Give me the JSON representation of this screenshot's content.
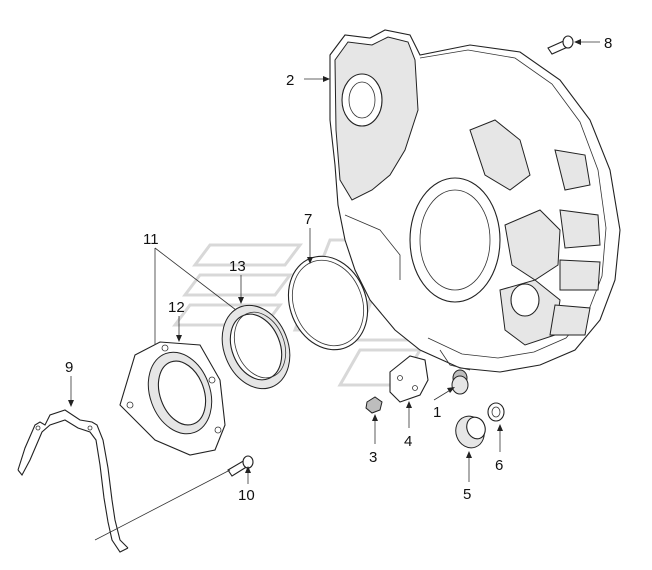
{
  "labels": [
    "1",
    "2",
    "3",
    "4",
    "5",
    "6",
    "7",
    "8",
    "9",
    "10",
    "11",
    "12",
    "13"
  ],
  "colors": {
    "line": "#222222",
    "background": "#ffffff",
    "watermark": "#d8d8d8"
  }
}
